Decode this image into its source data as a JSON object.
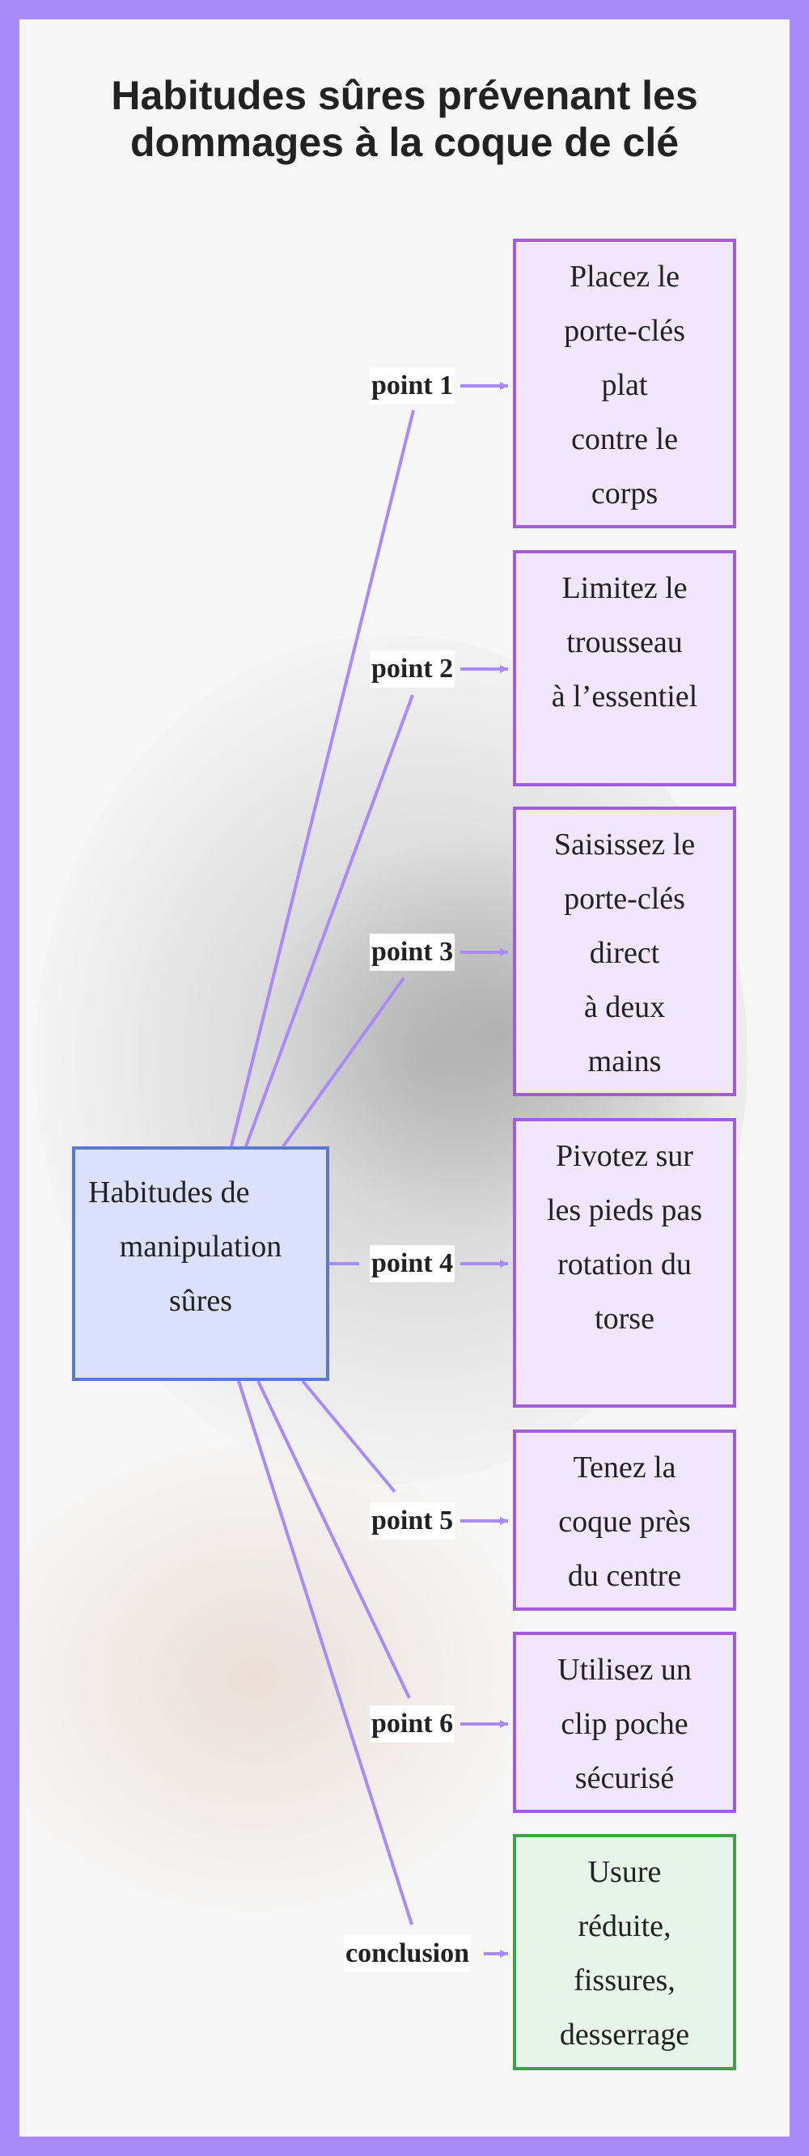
{
  "title": {
    "line1": "Habitudes sûres prévenant les",
    "line2": "dommages à la coque de clé"
  },
  "center": {
    "line1": "Habitudes de",
    "line2": "manipulation",
    "line3": "sûres"
  },
  "points": [
    {
      "label": "point 1",
      "lines": [
        "Placez le",
        "porte-clés",
        "plat",
        "contre le",
        "corps"
      ]
    },
    {
      "label": "point 2",
      "lines": [
        "Limitez le",
        "trousseau",
        "à l’essentiel"
      ]
    },
    {
      "label": "point 3",
      "lines": [
        "Saisissez le",
        "porte-clés",
        "direct",
        "à deux",
        "mains"
      ]
    },
    {
      "label": "point 4",
      "lines": [
        "Pivotez sur",
        "les pieds pas",
        "rotation du",
        "torse"
      ]
    },
    {
      "label": "point 5",
      "lines": [
        "Tenez la",
        "coque près",
        "du centre"
      ]
    },
    {
      "label": "point 6",
      "lines": [
        "Utilisez un",
        "clip poche",
        "sécurisé"
      ]
    },
    {
      "label": "conclusion",
      "lines": [
        "Usure",
        "réduite,",
        "fissures,",
        "desserrage"
      ]
    }
  ],
  "colors": {
    "frame": "#a78bfa",
    "edge": "#a78bfa",
    "leaf_fill": "#f1e6fc",
    "leaf_border": "#a35cd9",
    "center_fill": "#dbe1fb",
    "center_border": "#5b78cc",
    "conclusion_fill": "#e6f5e8",
    "conclusion_border": "#3aa34a"
  }
}
